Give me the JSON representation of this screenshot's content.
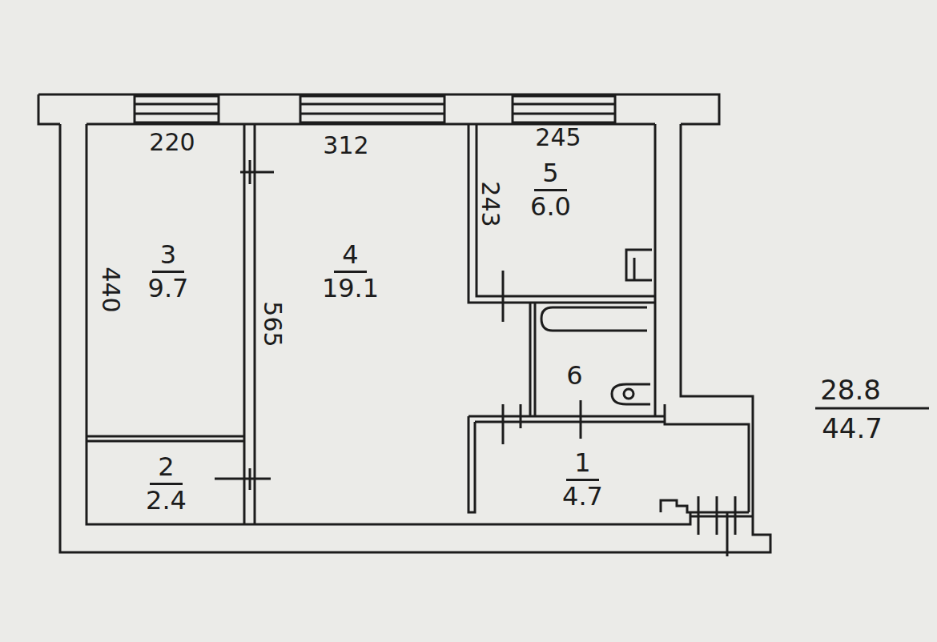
{
  "diagram": {
    "nodes": [
      {
        "text": [
          "3",
          "9.7"
        ]
      },
      {
        "text": [
          "4",
          "19.1"
        ]
      },
      {
        "text": [
          "5",
          "6.0"
        ]
      },
      {
        "text": [
          "6"
        ]
      },
      {
        "text": [
          "2",
          "2.4"
        ]
      },
      {
        "text": [
          "1",
          "4.7"
        ]
      }
    ],
    "edges": [],
    "labels": [
      "220",
      "312",
      "245",
      "440",
      "565",
      "243",
      "28.8",
      "44.7"
    ]
  }
}
